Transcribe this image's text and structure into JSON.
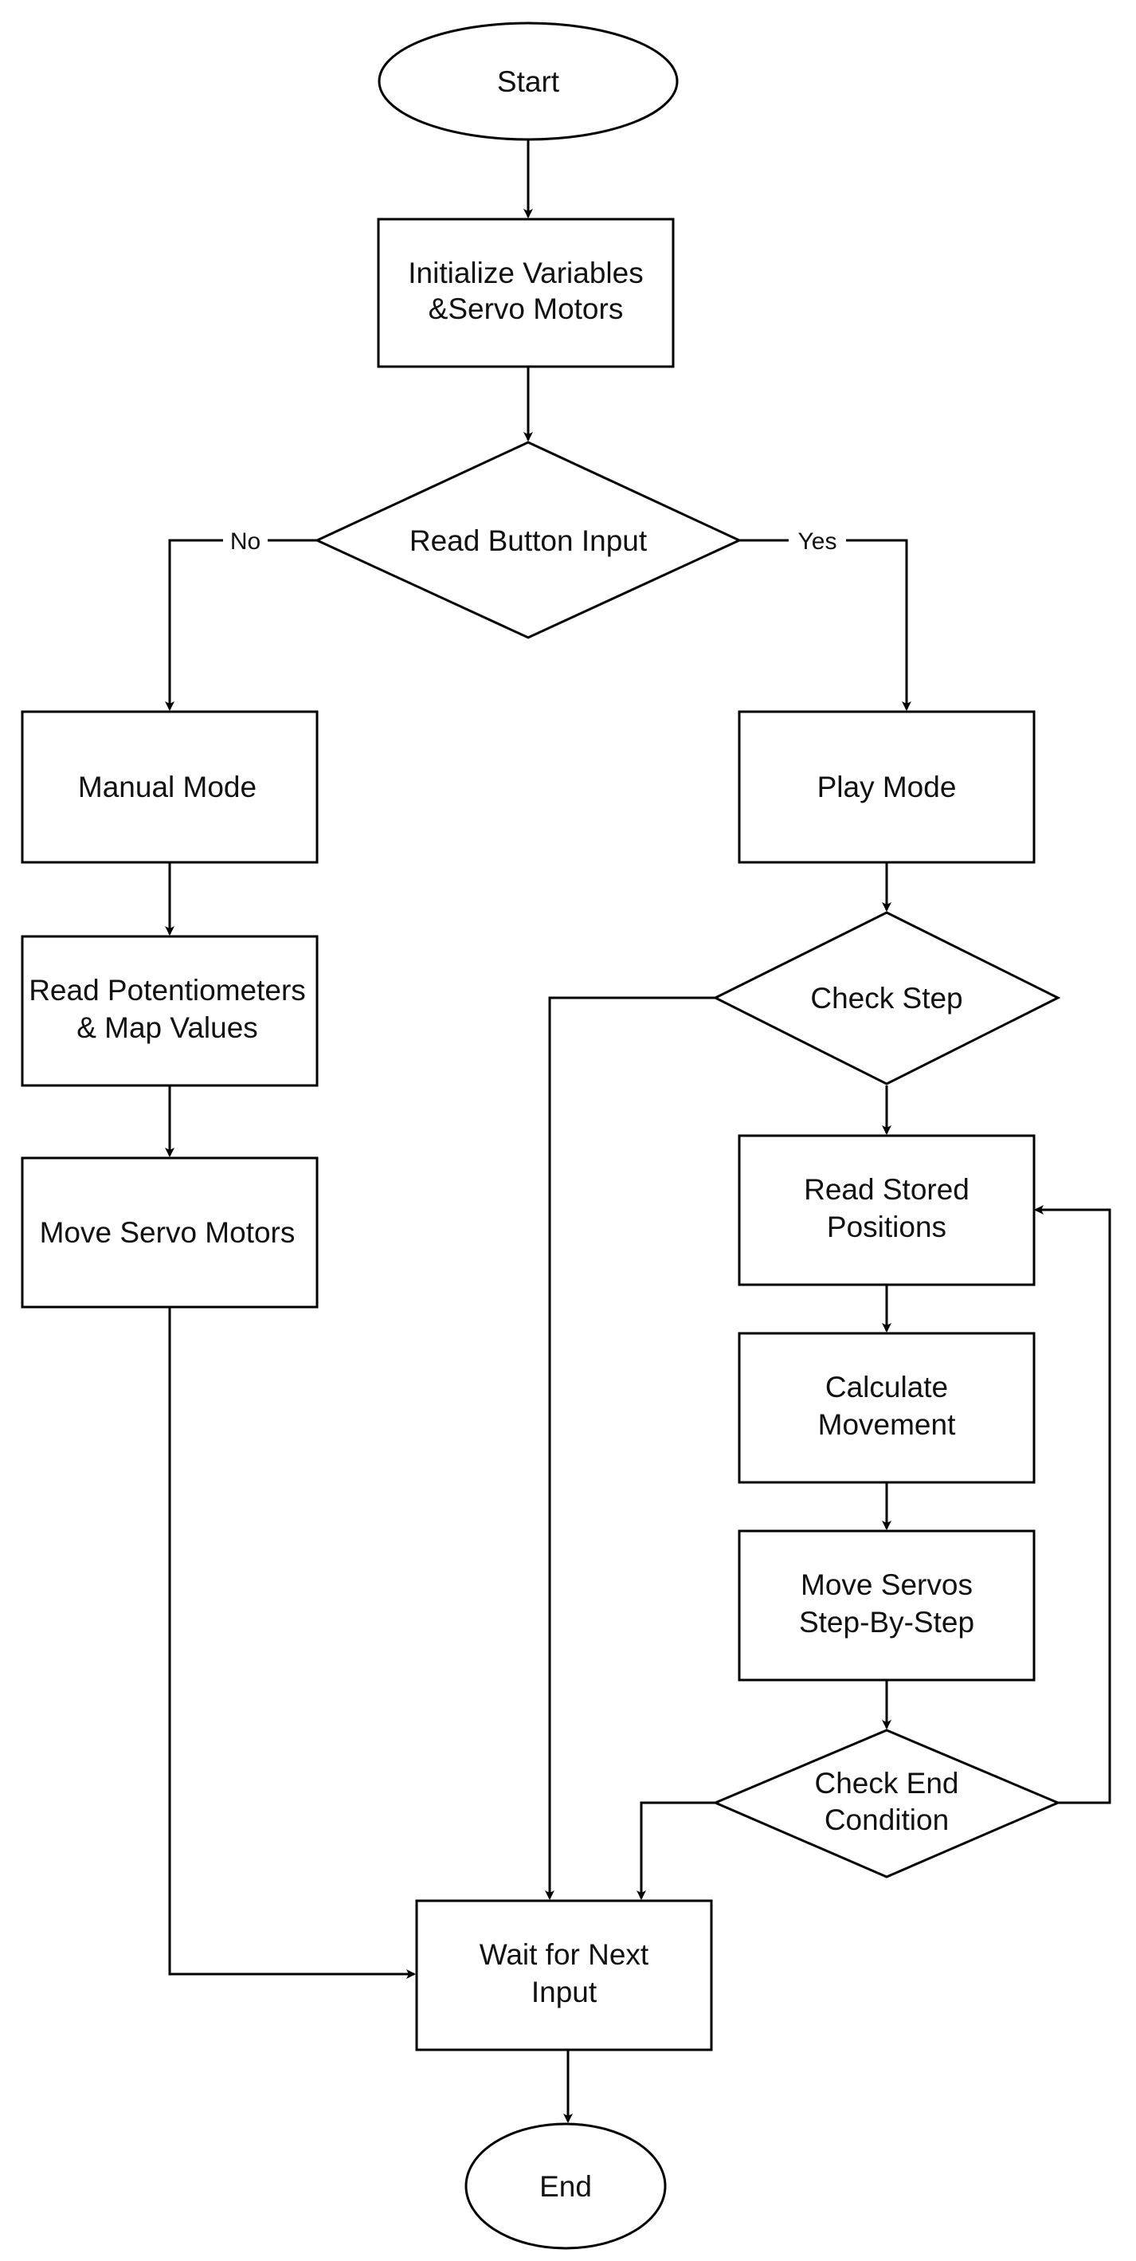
{
  "nodes": {
    "start": {
      "shape": "ellipse",
      "lines": [
        "Start"
      ]
    },
    "init": {
      "shape": "rect",
      "lines": [
        "Initialize Variables",
        "&Servo Motors"
      ]
    },
    "read_button": {
      "shape": "diamond",
      "lines": [
        "Read Button Input"
      ]
    },
    "manual_mode": {
      "shape": "rect",
      "lines": [
        "Manual Mode"
      ]
    },
    "read_pots": {
      "shape": "rect",
      "lines": [
        "Read Potentiometers",
        "& Map Values"
      ]
    },
    "move_servo_motors": {
      "shape": "rect",
      "lines": [
        "Move Servo Motors"
      ]
    },
    "play_mode": {
      "shape": "rect",
      "lines": [
        "Play Mode"
      ]
    },
    "check_step": {
      "shape": "diamond",
      "lines": [
        "Check Step"
      ]
    },
    "read_stored": {
      "shape": "rect",
      "lines": [
        "Read Stored",
        "Positions"
      ]
    },
    "calc_movement": {
      "shape": "rect",
      "lines": [
        "Calculate",
        "Movement"
      ]
    },
    "move_servos_step": {
      "shape": "rect",
      "lines": [
        "Move Servos",
        "Step-By-Step"
      ]
    },
    "check_end": {
      "shape": "diamond",
      "lines": [
        "Check End",
        "Condition"
      ]
    },
    "wait_input": {
      "shape": "rect",
      "lines": [
        "Wait for Next",
        "Input"
      ]
    },
    "end": {
      "shape": "ellipse",
      "lines": [
        "End"
      ]
    }
  },
  "edge_labels": {
    "no": "No",
    "yes": "Yes"
  },
  "colors": {
    "stroke": "#000000",
    "fill": "#ffffff",
    "text": "#111111"
  }
}
